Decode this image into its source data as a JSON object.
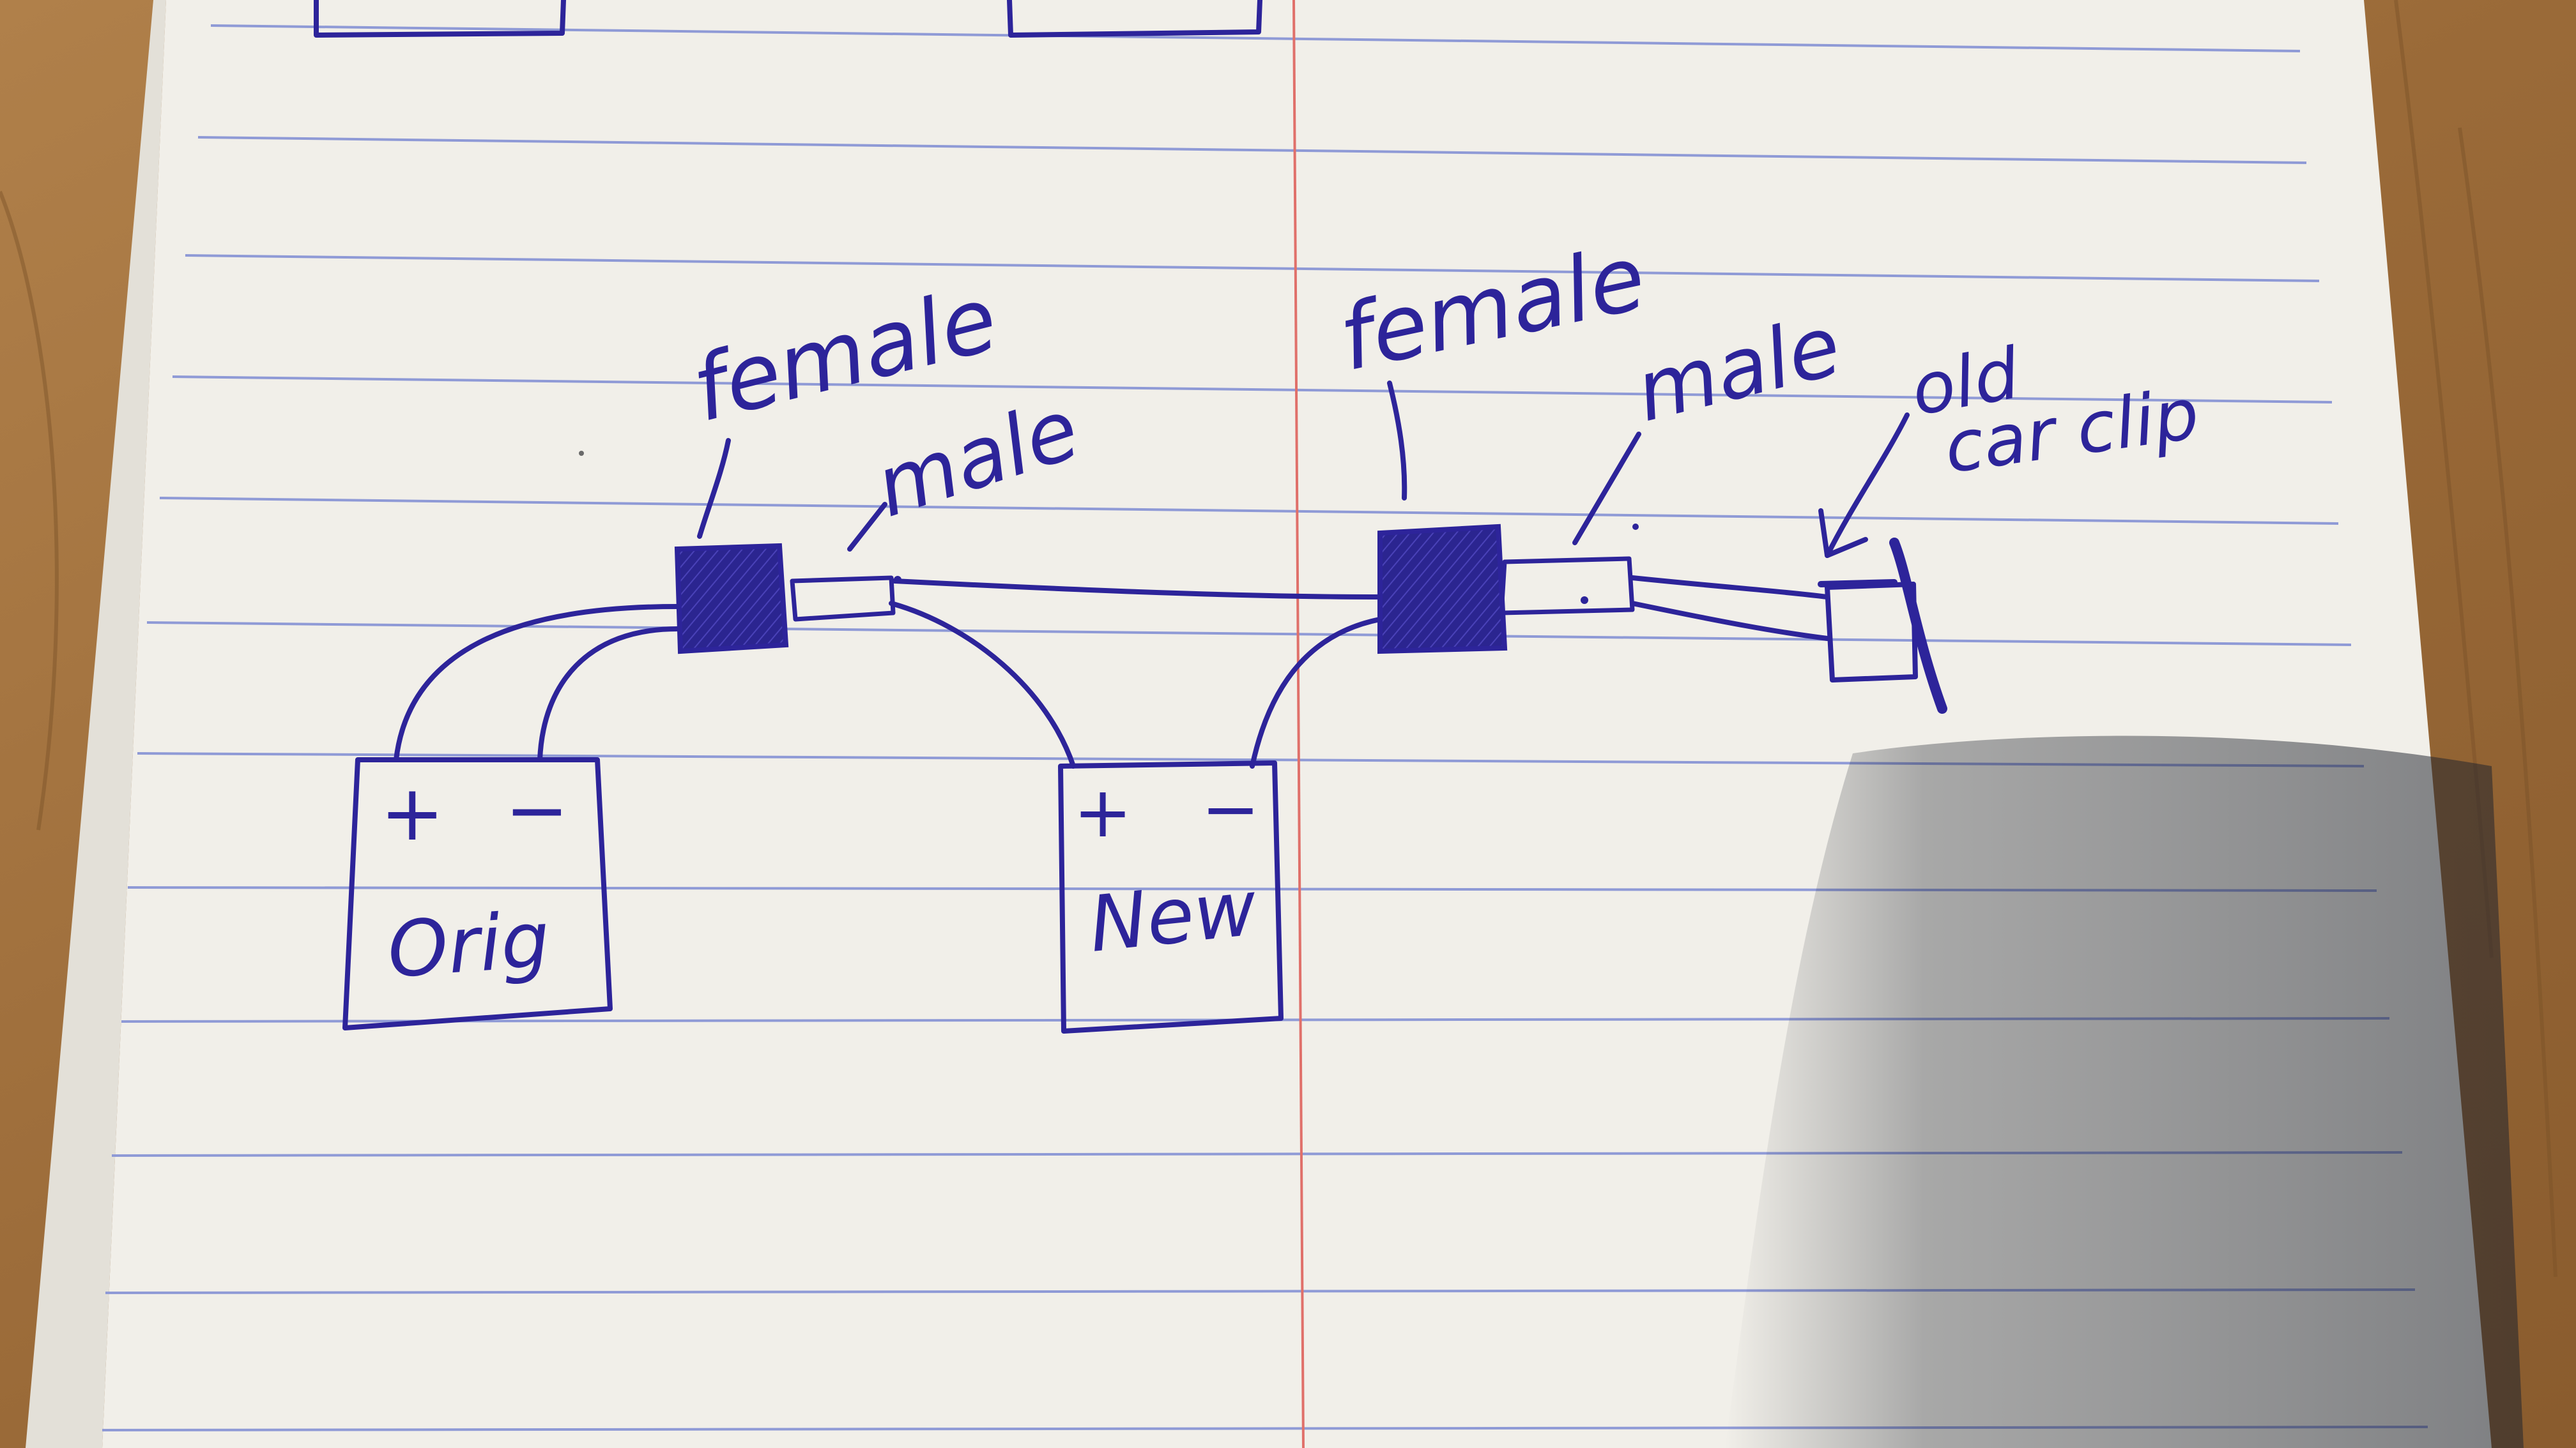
{
  "colors": {
    "wood": "#a0703c",
    "wood_dark": "#7a5128",
    "paper": "#f1efe9",
    "rule_line": "#8f9ad6",
    "margin_line": "#e0706a",
    "ink": "#2d249a",
    "shadow": "#2a2e3a"
  },
  "labels": {
    "female_left": "female",
    "male_left": "male",
    "female_right": "female",
    "male_right": "male",
    "clip_line1": "old",
    "clip_line2": "car clip"
  },
  "batteries": {
    "orig": {
      "name": "Orig",
      "plus": "+",
      "minus": "−"
    },
    "new": {
      "name": "New",
      "plus": "+",
      "minus": "−"
    }
  }
}
